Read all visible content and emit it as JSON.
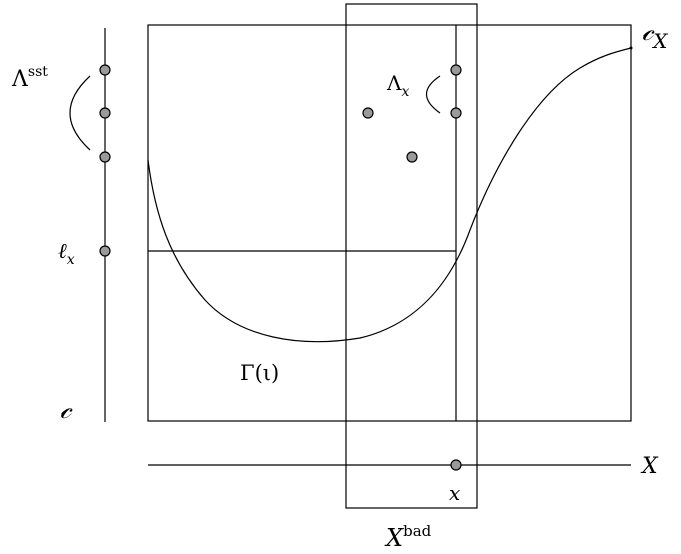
{
  "labels": {
    "lambda_sst": {
      "base": "Λ",
      "sup": "sst"
    },
    "ell_x": {
      "base": "ℓ",
      "sub": "x"
    },
    "c": "𝒸",
    "c_x": {
      "base": "𝒸",
      "sub": "X"
    },
    "lambda_x": {
      "base": "Λ",
      "sub": "x"
    },
    "gamma": "Γ(ι)",
    "x_axis": "X",
    "x_point": "x",
    "x_bad": {
      "base": "X",
      "sup": "bad"
    }
  }
}
